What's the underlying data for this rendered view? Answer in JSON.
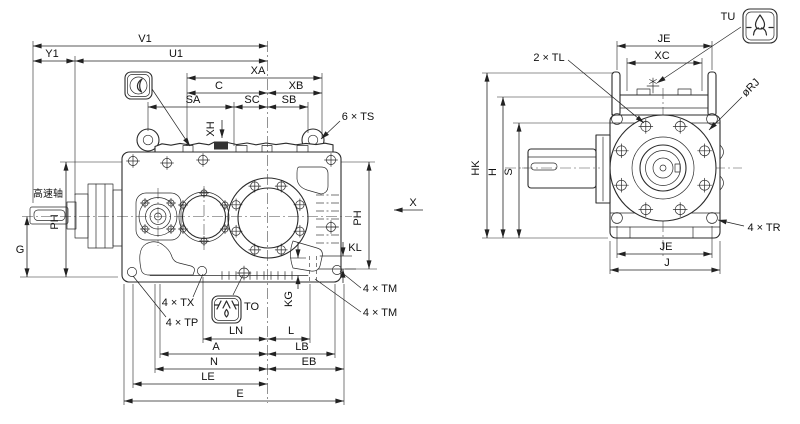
{
  "colors": {
    "line": "#2b2b2b",
    "dim": "#222222",
    "background": "#ffffff",
    "dark_fill": "#333333"
  },
  "views": {
    "front": {
      "labels": {
        "v1": "V1",
        "y1": "Y1",
        "u1": "U1",
        "xa": "XA",
        "c": "C",
        "xb": "XB",
        "sa": "SA",
        "sc": "SC",
        "sb": "SB",
        "xh": "XH",
        "ts": "6 × TS",
        "high_speed_shaft": "高速轴",
        "g": "G",
        "ph": "PH",
        "x_view": "X",
        "kl": "KL",
        "kg": "KG",
        "tm": "4 × TM",
        "tx": "4 × TX",
        "tp": "4 × TP",
        "to": "TO",
        "ln": "LN",
        "l": "L",
        "a": "A",
        "lb": "LB",
        "n": "N",
        "eb": "EB",
        "le": "LE",
        "e": "E"
      }
    },
    "side": {
      "labels": {
        "tu": "TU",
        "je": "JE",
        "xc": "XC",
        "tl": "2 × TL",
        "rj": "øRJ",
        "hk": "HK",
        "h": "H",
        "s": "S",
        "tr": "4 × TR",
        "j": "J"
      }
    }
  },
  "icons": {
    "oil_level": "sight-glass-icon",
    "oil_drain": "drain-icon",
    "breather": "breather-icon"
  }
}
